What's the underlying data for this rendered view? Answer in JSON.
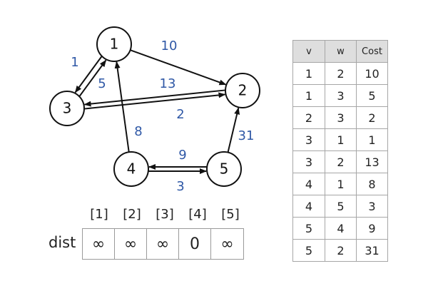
{
  "graph": {
    "nodes": [
      {
        "id": "1",
        "label": "1"
      },
      {
        "id": "2",
        "label": "2"
      },
      {
        "id": "3",
        "label": "3"
      },
      {
        "id": "4",
        "label": "4"
      },
      {
        "id": "5",
        "label": "5"
      }
    ],
    "edges": [
      {
        "from": "1",
        "to": "2",
        "weight": "10"
      },
      {
        "from": "1",
        "to": "3",
        "weight": "5"
      },
      {
        "from": "2",
        "to": "3",
        "weight": "2"
      },
      {
        "from": "3",
        "to": "1",
        "weight": "1"
      },
      {
        "from": "3",
        "to": "2",
        "weight": "13"
      },
      {
        "from": "4",
        "to": "1",
        "weight": "8"
      },
      {
        "from": "4",
        "to": "5",
        "weight": "3"
      },
      {
        "from": "5",
        "to": "4",
        "weight": "9"
      },
      {
        "from": "5",
        "to": "2",
        "weight": "31"
      }
    ],
    "weight_color": "#2f58a6"
  },
  "dist": {
    "label": "dist",
    "indices": [
      "[1]",
      "[2]",
      "[3]",
      "[4]",
      "[5]"
    ],
    "values": [
      "∞",
      "∞",
      "∞",
      "0",
      "∞"
    ]
  },
  "edge_table": {
    "headers": [
      "v",
      "w",
      "Cost"
    ],
    "rows": [
      [
        "1",
        "2",
        "10"
      ],
      [
        "1",
        "3",
        "5"
      ],
      [
        "2",
        "3",
        "2"
      ],
      [
        "3",
        "1",
        "1"
      ],
      [
        "3",
        "2",
        "13"
      ],
      [
        "4",
        "1",
        "8"
      ],
      [
        "4",
        "5",
        "3"
      ],
      [
        "5",
        "4",
        "9"
      ],
      [
        "5",
        "2",
        "31"
      ]
    ]
  }
}
